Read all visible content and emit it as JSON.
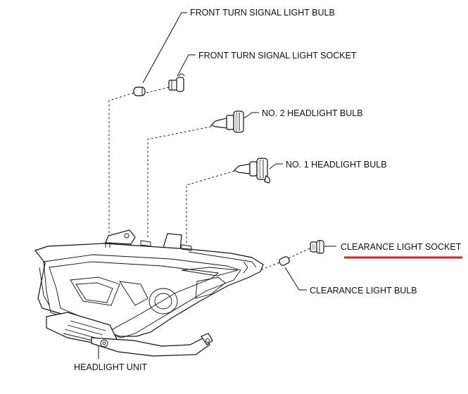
{
  "labels": {
    "front_turn_signal_bulb": "FRONT TURN SIGNAL LIGHT BULB",
    "front_turn_signal_socket": "FRONT TURN SIGNAL LIGHT SOCKET",
    "no2_headlight_bulb": "NO. 2 HEADLIGHT BULB",
    "no1_headlight_bulb": "NO. 1 HEADLIGHT BULB",
    "clearance_light_socket": "CLEARANCE LIGHT SOCKET",
    "clearance_light_bulb": "CLEARANCE LIGHT BULB",
    "headlight_unit": "HEADLIGHT UNIT"
  },
  "colors": {
    "highlight_underline": "#d9202a",
    "line_art": "#111111"
  }
}
